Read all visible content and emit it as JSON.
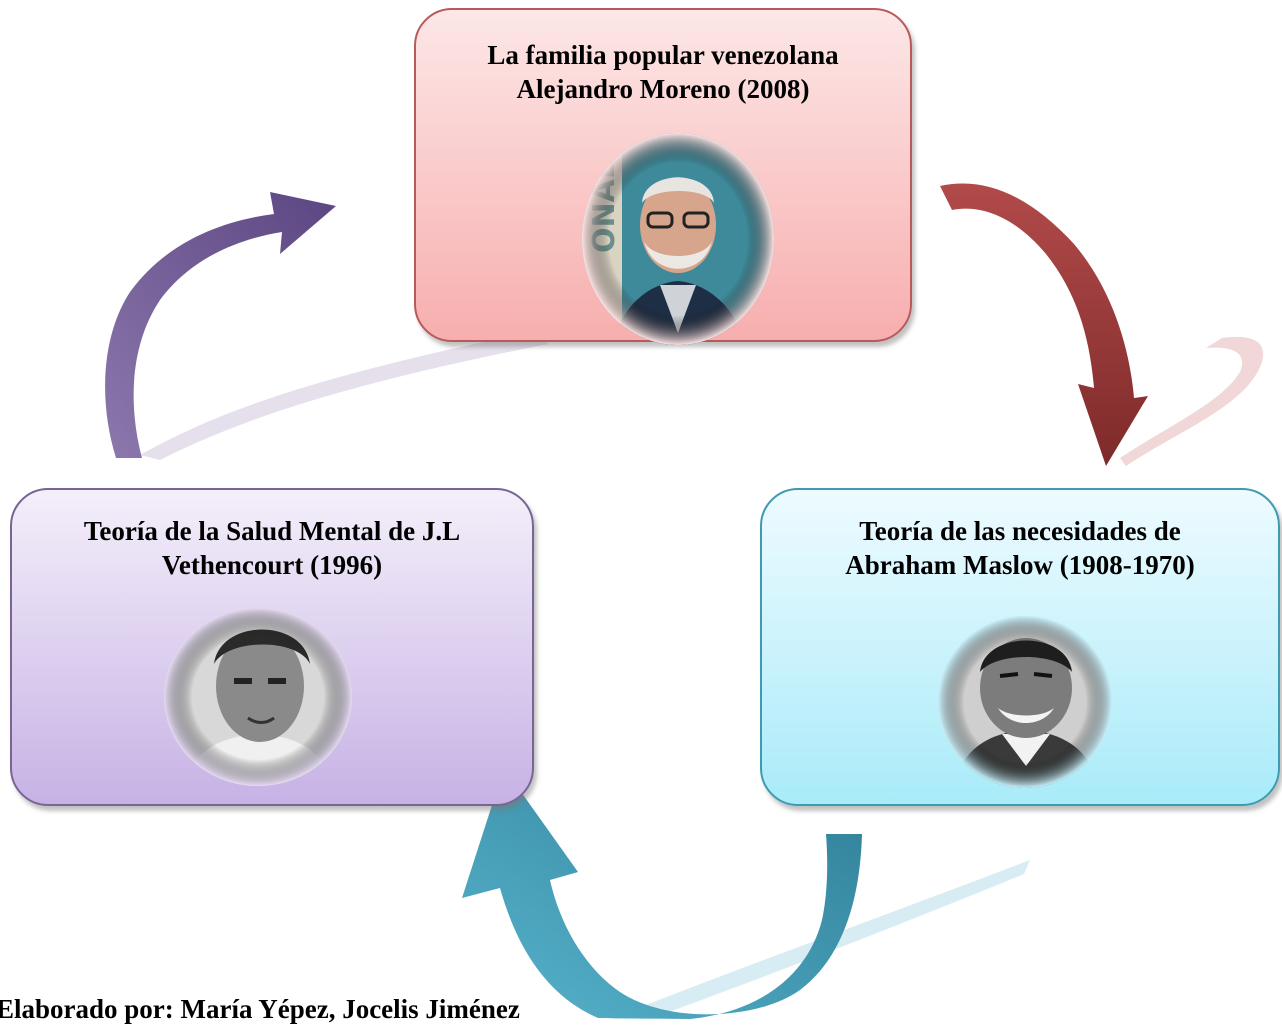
{
  "diagram": {
    "nodes": [
      {
        "id": "moreno",
        "title": "La familia popular venezolana\nAlejandro Moreno  (2008)",
        "color": "#f7aeae",
        "border": "#b85a5a"
      },
      {
        "id": "maslow",
        "title": "Teoría de las necesidades de\nAbraham Maslow (1908-1970)",
        "color": "#a9ebf9",
        "border": "#3f9bb2"
      },
      {
        "id": "vethencourt",
        "title": "Teoría de la Salud Mental de J.L\nVethencourt (1996)",
        "color": "#c7b2e5",
        "border": "#7a6494"
      }
    ],
    "cycle": [
      "moreno",
      "maslow",
      "vethencourt",
      "moreno"
    ],
    "arrow_colors": {
      "to_maslow": "#8e3434",
      "to_vethencourt": "#3e8fa6",
      "to_moreno": "#6a5590"
    }
  },
  "footer": {
    "credit": "Elaborado por: María Yépez, Jocelis Jiménez"
  }
}
